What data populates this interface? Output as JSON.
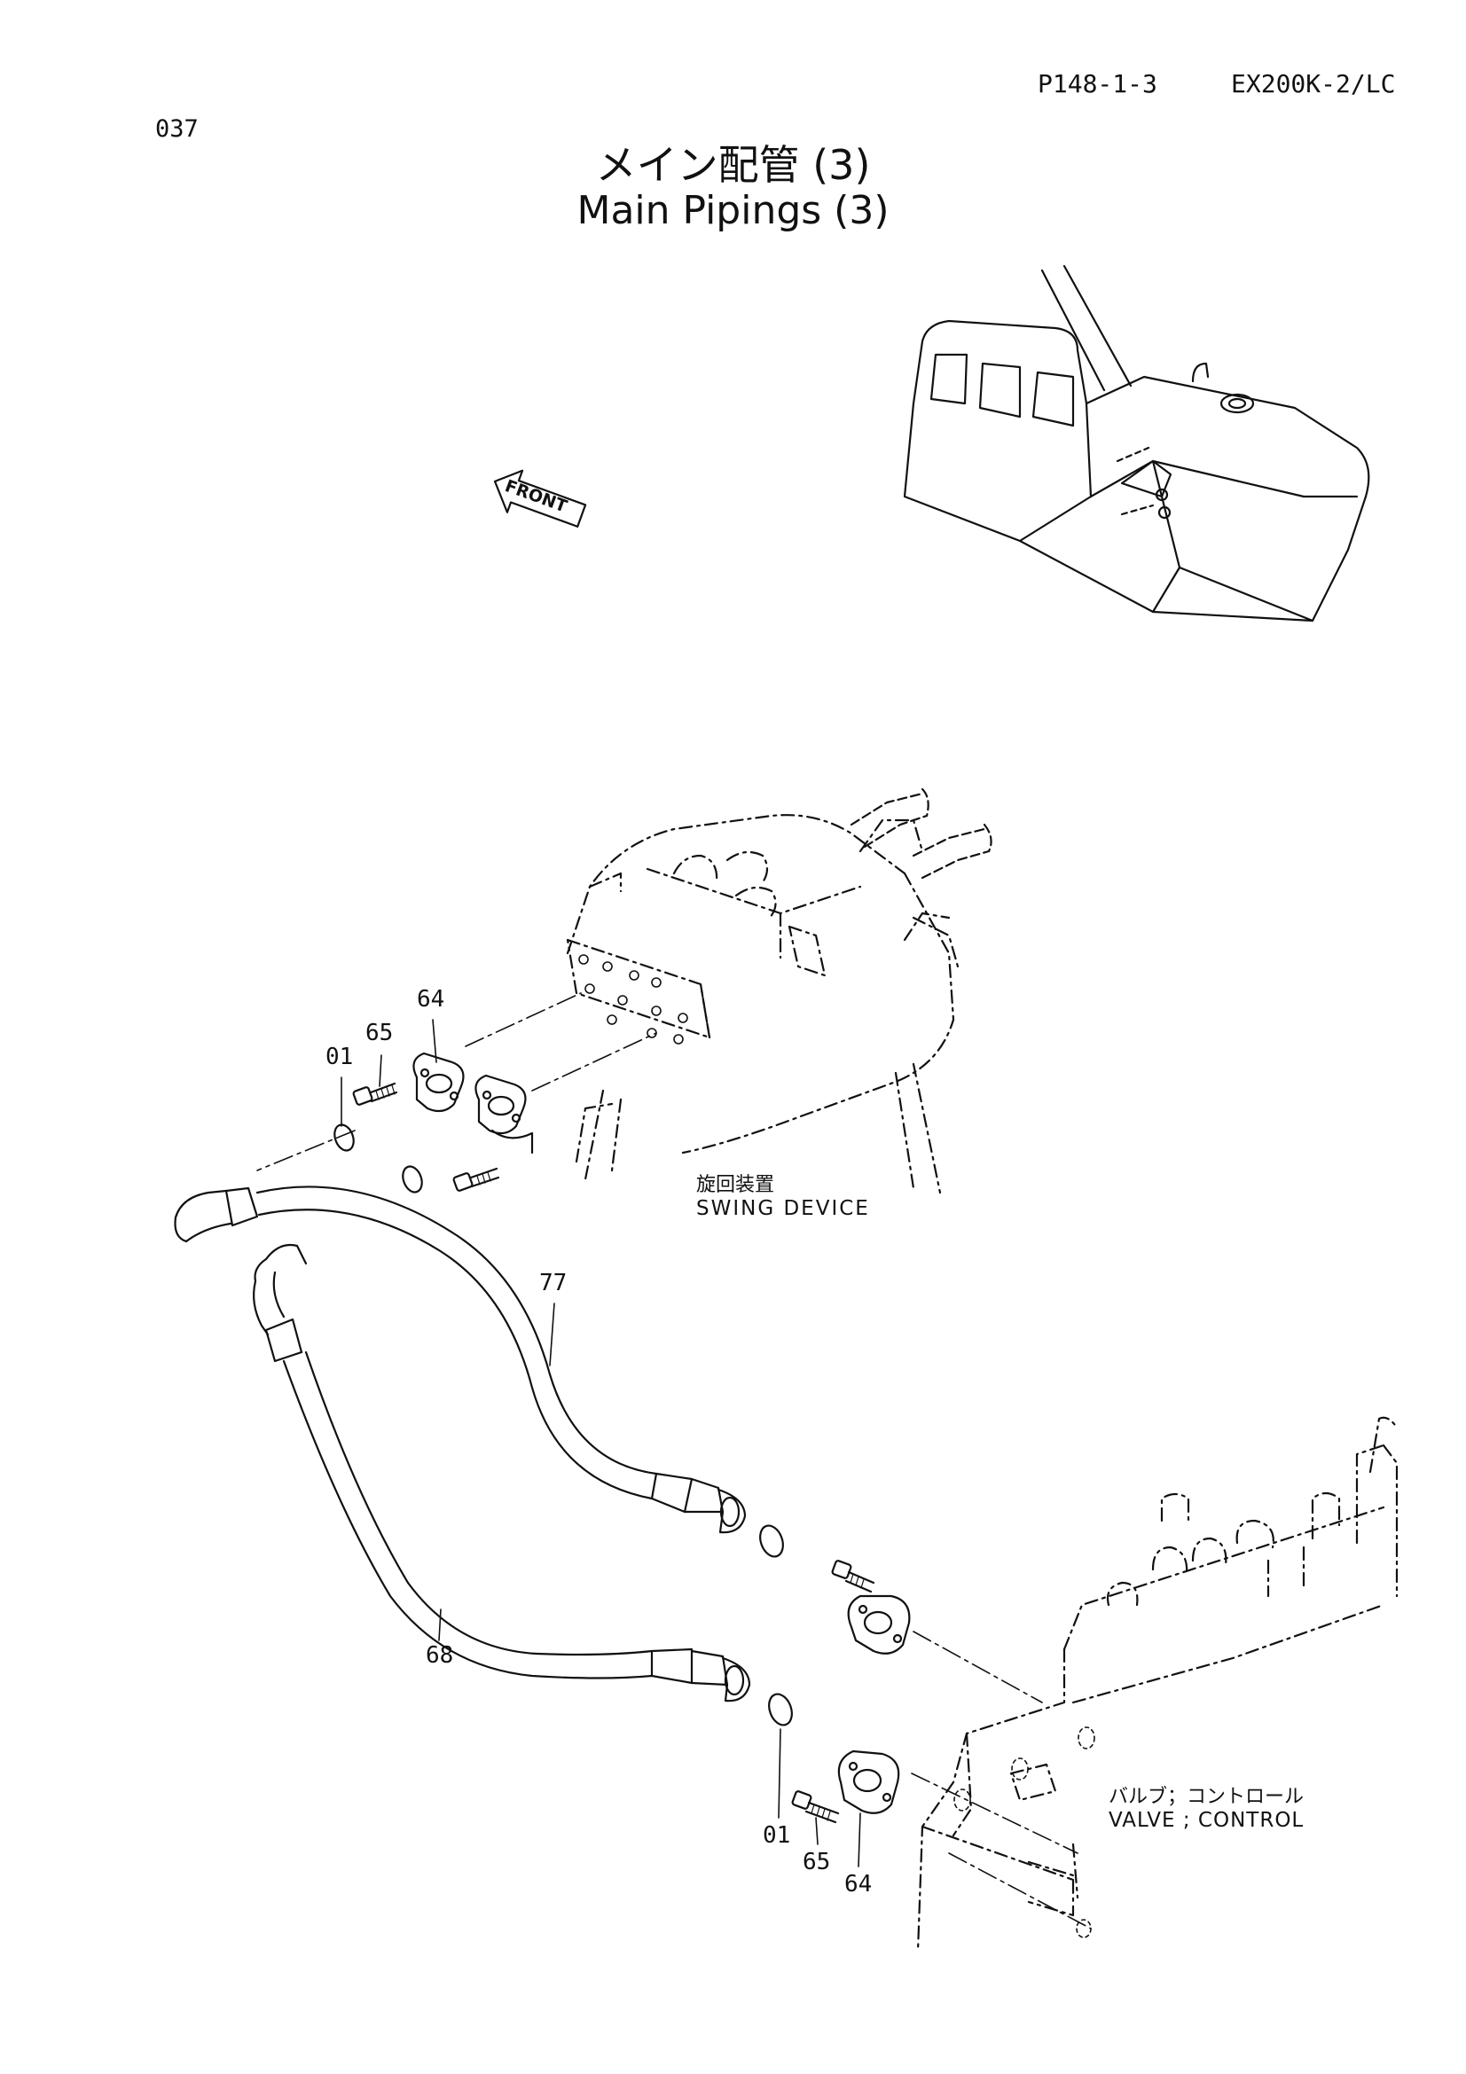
{
  "header": {
    "page_number": "037",
    "ref_code": "P148-1-3",
    "model_code": "EX200K-2/LC",
    "title_ja": "メイン配管 (3)",
    "title_en": "Main Pipings (3)"
  },
  "labels": {
    "front": "FRONT",
    "swing_device_ja": "旋回装置",
    "swing_device_en": "SWING DEVICE",
    "valve_control_ja": "バルブ；コントロール",
    "valve_control_en": "VALVE ; CONTROL"
  },
  "callouts": {
    "c64_top": "64",
    "c65_top": "65",
    "c01_top": "01",
    "c77": "77",
    "c68": "68",
    "c01_bottom": "01",
    "c65_bottom": "65",
    "c64_bottom": "64"
  }
}
